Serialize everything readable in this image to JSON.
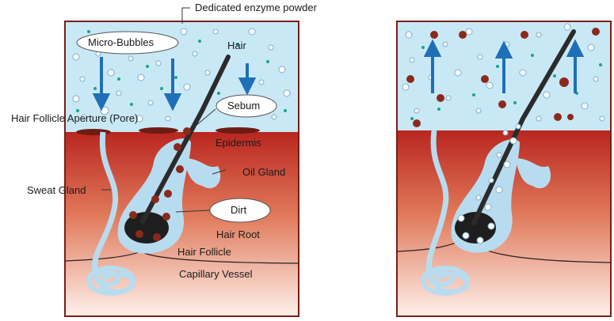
{
  "labels": {
    "enzyme_powder": "Dedicated enzyme powder",
    "micro_bubbles": "Micro-Bubbles",
    "hair": "Hair",
    "sebum": "Sebum",
    "pore": "Hair Follicle Aperture (Pore)",
    "epidermis": "Epidermis",
    "oil_gland": "Oil Gland",
    "sweat_gland": "Sweat Gland",
    "dirt": "Dirt",
    "hair_root": "Hair Root",
    "hair_follicle": "Hair Follicle",
    "capillary_vessel": "Capillary Vessel"
  },
  "colors": {
    "water": "#c9e8f6",
    "skin_dark": "#b9261f",
    "skin_light": "#fbe3da",
    "gland": "#b8dcef",
    "hair": "#2b2b2b",
    "arrow": "#1f6fb8",
    "dirt": "#8b2a1c",
    "teal_particle": "#1aa38c",
    "frame": "#7a1e14"
  },
  "panels": [
    {
      "name": "before",
      "arrows": "down"
    },
    {
      "name": "after",
      "arrows": "up"
    }
  ]
}
